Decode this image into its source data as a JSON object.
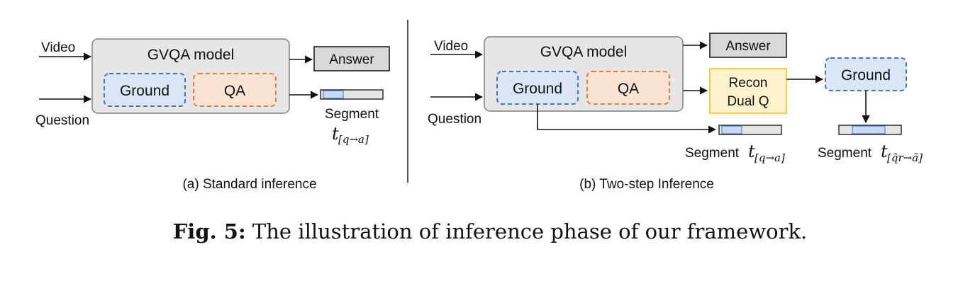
{
  "colors": {
    "model_fill": "#e6e6e6",
    "ground_fill": "#dae5f6",
    "ground_border": "#4472c4",
    "qa_fill": "#fbe3d4",
    "qa_border": "#ed7d31",
    "answer_fill": "#d9d9d9",
    "recon_fill": "#fff2cc",
    "recon_border": "#f5c518",
    "segment_highlight": "#c7d9f3"
  },
  "panel_a": {
    "video_label": "Video",
    "question_label": "Question",
    "model_title": "GVQA model",
    "ground_label": "Ground",
    "qa_label": "QA",
    "answer_label": "Answer",
    "segment_label": "Segment",
    "segment_var": "t",
    "segment_sub": "[q→a]",
    "caption": "(a) Standard inference"
  },
  "panel_b": {
    "video_label": "Video",
    "question_label": "Question",
    "model_title": "GVQA model",
    "ground_label": "Ground",
    "qa_label": "QA",
    "answer_label": "Answer",
    "recon_line1": "Recon",
    "recon_line2": "Dual Q",
    "ground2_label": "Ground",
    "segment1_label": "Segment",
    "segment1_var": "t",
    "segment1_sub": "[q→a]",
    "segment2_label": "Segment",
    "segment2_var": "t",
    "segment2_sub": "[q̃r→ã]",
    "caption": "(b) Two-step Inference"
  },
  "figure_caption": {
    "label": "Fig. 5:",
    "text": " The illustration of inference phase of our framework."
  }
}
